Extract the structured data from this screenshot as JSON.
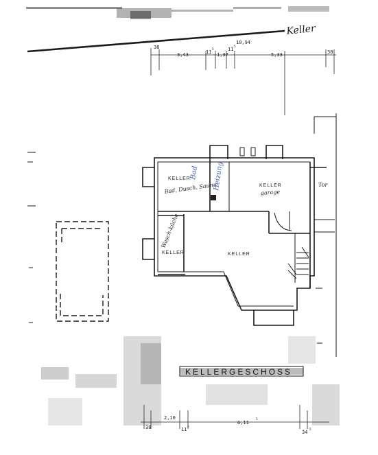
{
  "sheet": {
    "title_handwritten": "Keller",
    "plan_title": "KELLERGESCHOSS"
  },
  "top_dimensions": {
    "total": "10,94",
    "segments": [
      {
        "value": "38"
      },
      {
        "value": "3,43"
      },
      {
        "value": "11",
        "sup": "5"
      },
      {
        "value": "11",
        "sup": "5"
      },
      {
        "value": "1,37"
      },
      {
        "value": "5,33"
      },
      {
        "value": "38"
      }
    ]
  },
  "bottom_dimensions": {
    "segments": [
      {
        "value": "2,10"
      },
      {
        "value": "38"
      },
      {
        "value": "11",
        "sup": "5"
      },
      {
        "value": "6,11",
        "sup": "5"
      },
      {
        "value": "34",
        "sup": "5"
      }
    ]
  },
  "rooms": {
    "keller_1": {
      "label": "KELLER",
      "note": "Bad, Dusch, Sauna"
    },
    "bad_blue": "Bad",
    "heizung_blue": "Heizung",
    "keller_garage": {
      "label": "KELLER",
      "note": "garage"
    },
    "tor": "Tor",
    "keller_waschraum": {
      "label": "KELLER",
      "note": "Wasch-küche"
    },
    "keller_main": {
      "label": "KELLER"
    }
  }
}
